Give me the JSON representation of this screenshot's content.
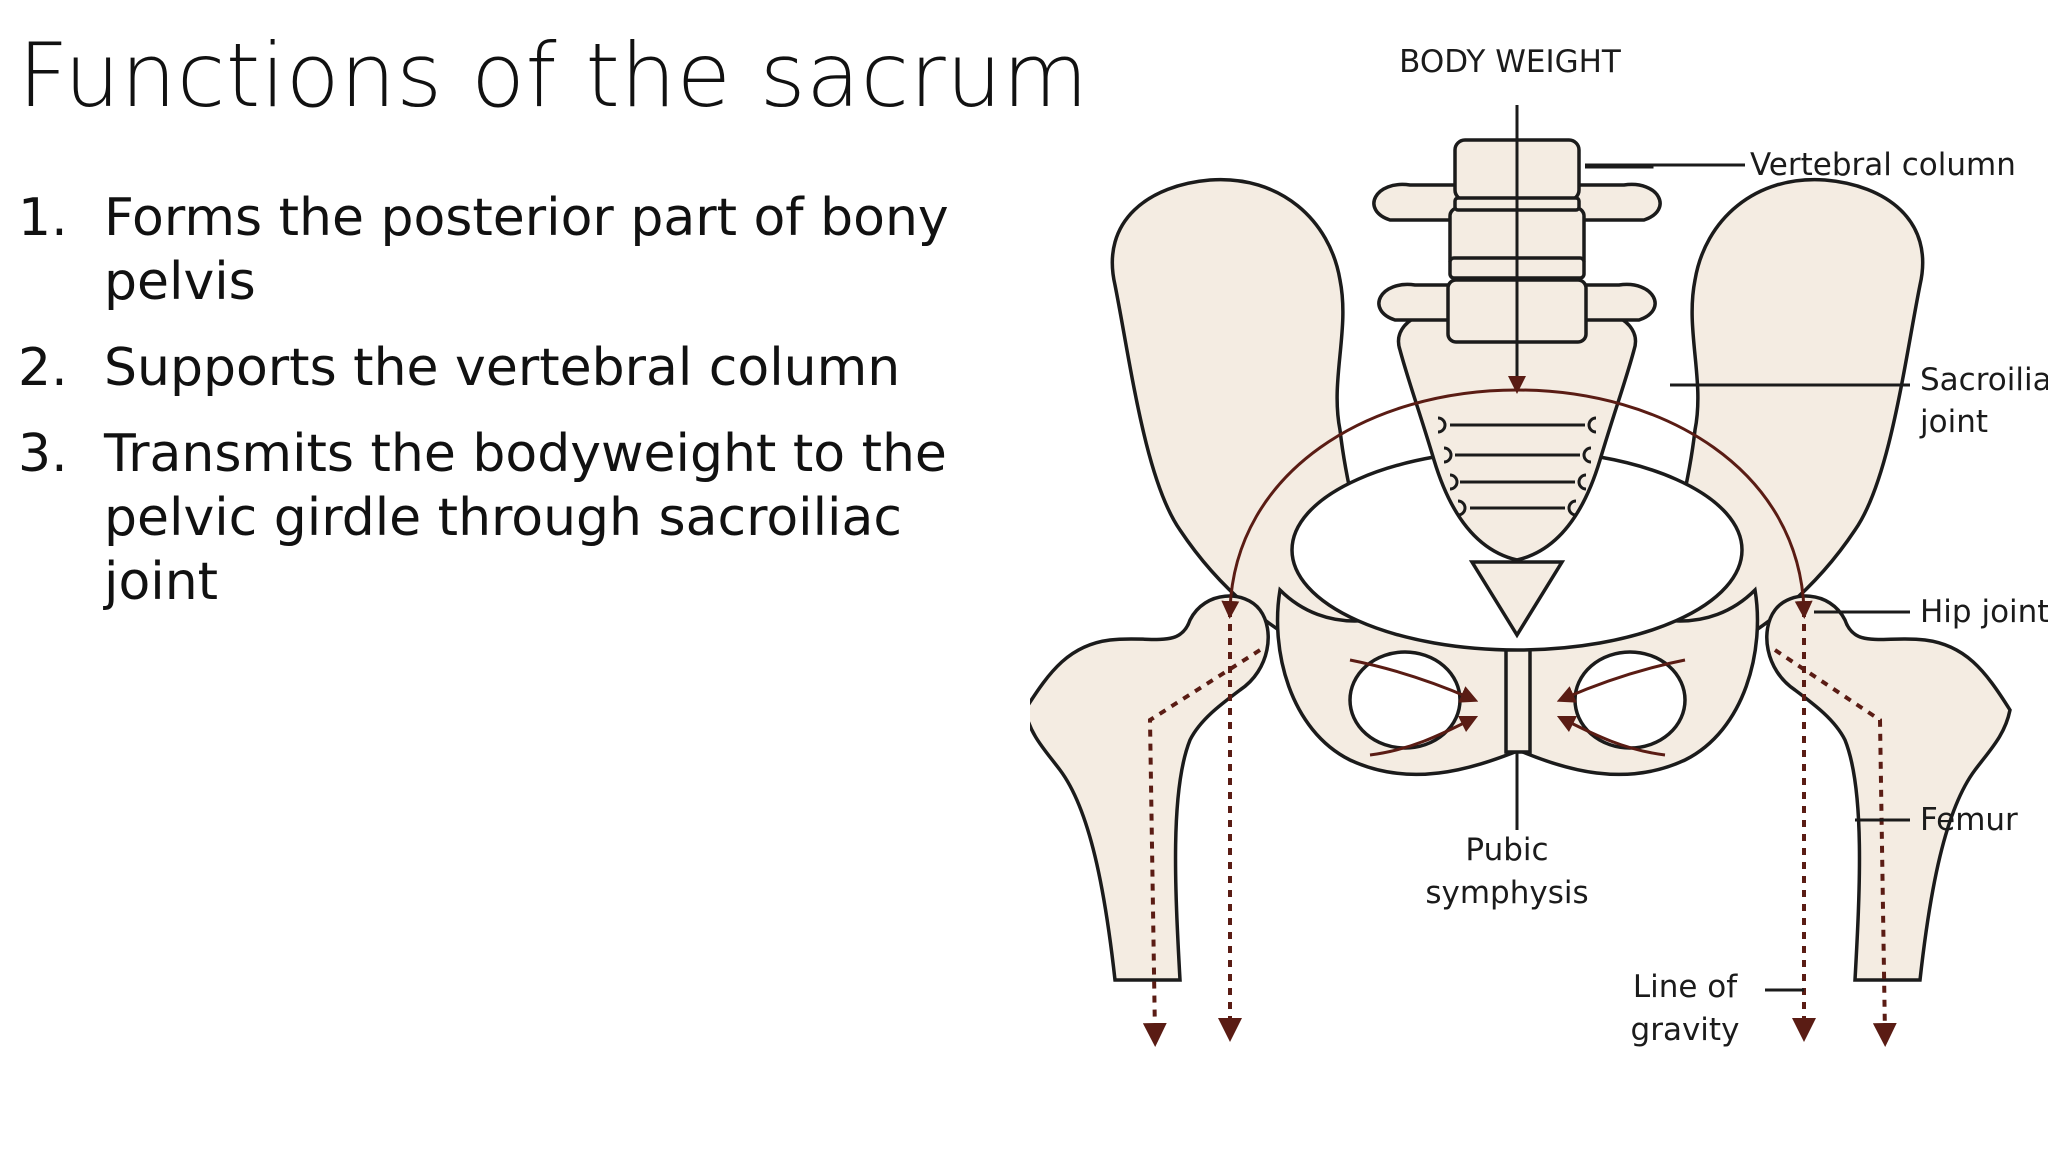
{
  "slide": {
    "title": "Functions of the sacrum",
    "points": [
      {
        "number": "1.",
        "text": "Forms the posterior part of bony pelvis"
      },
      {
        "number": "2.",
        "text": "Supports the vertebral column"
      },
      {
        "number": "3.",
        "text": "Transmits the bodyweight to the pelvic girdle through sacroiliac joint"
      }
    ]
  },
  "figure": {
    "labels": {
      "body_weight": "BODY WEIGHT",
      "vertebral_column": "Vertebral column",
      "sacroiliac_line1": "Sacroiliac",
      "sacroiliac_line2": "joint",
      "hip_joint": "Hip joint",
      "femur": "Femur",
      "pubic_line1": "Pubic",
      "pubic_line2": "symphysis",
      "gravity_line1": "Line of",
      "gravity_line2": "gravity"
    },
    "colors": {
      "bone_fill": "#f4ece2",
      "outline": "#1b1b1b",
      "force_arrows": "#5a1c14"
    }
  }
}
